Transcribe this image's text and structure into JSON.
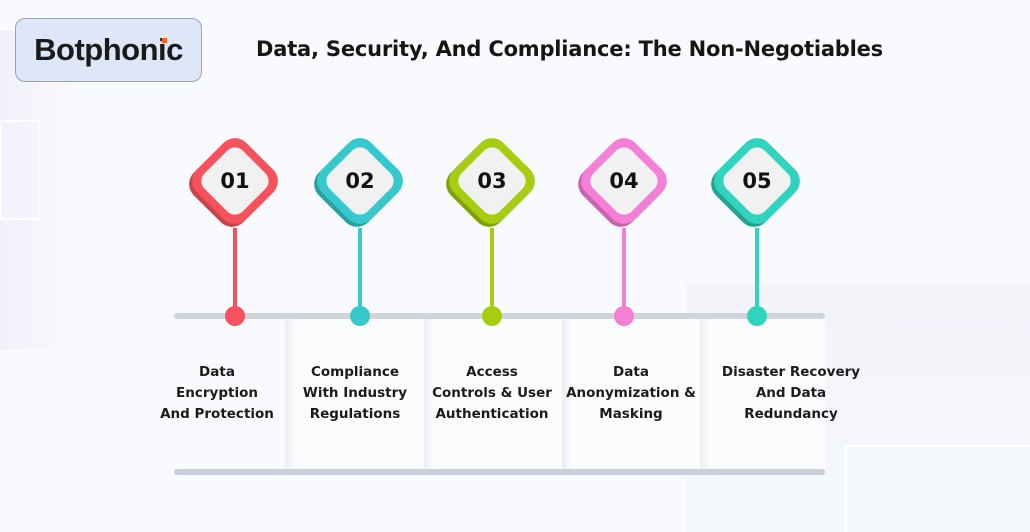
{
  "brand": {
    "logo_text": "Botphonic",
    "logo_accent_color": "#f26522"
  },
  "header": {
    "title": "Data, Security, And Compliance: The Non-Negotiables"
  },
  "steps": [
    {
      "number": "01",
      "label": "Data Encryption And Protection",
      "lines": [
        "Data",
        "Encryption",
        "And Protection"
      ],
      "color": "#f5525d",
      "shade": "#c9434c"
    },
    {
      "number": "02",
      "label": "Compliance With Industry Regulations",
      "lines": [
        "Compliance",
        "With Industry",
        "Regulations"
      ],
      "color": "#36c9cc",
      "shade": "#2a9fa1"
    },
    {
      "number": "03",
      "label": "Access Controls & User Authentication",
      "lines": [
        "Access",
        "Controls & User",
        "Authentication"
      ],
      "color": "#a8cc12",
      "shade": "#82a00c"
    },
    {
      "number": "04",
      "label": "Data Anonymization & Masking",
      "lines": [
        "Data",
        "Anonymization &",
        "Masking"
      ],
      "color": "#f47fd7",
      "shade": "#c665ad"
    },
    {
      "number": "05",
      "label": "Disaster Recovery And Data Redundancy",
      "lines": [
        "Disaster Recovery",
        "And Data",
        "Redundancy"
      ],
      "color": "#2fd3be",
      "shade": "#24a293"
    }
  ],
  "timeline": {
    "rail_color": "#cfd3dc"
  }
}
